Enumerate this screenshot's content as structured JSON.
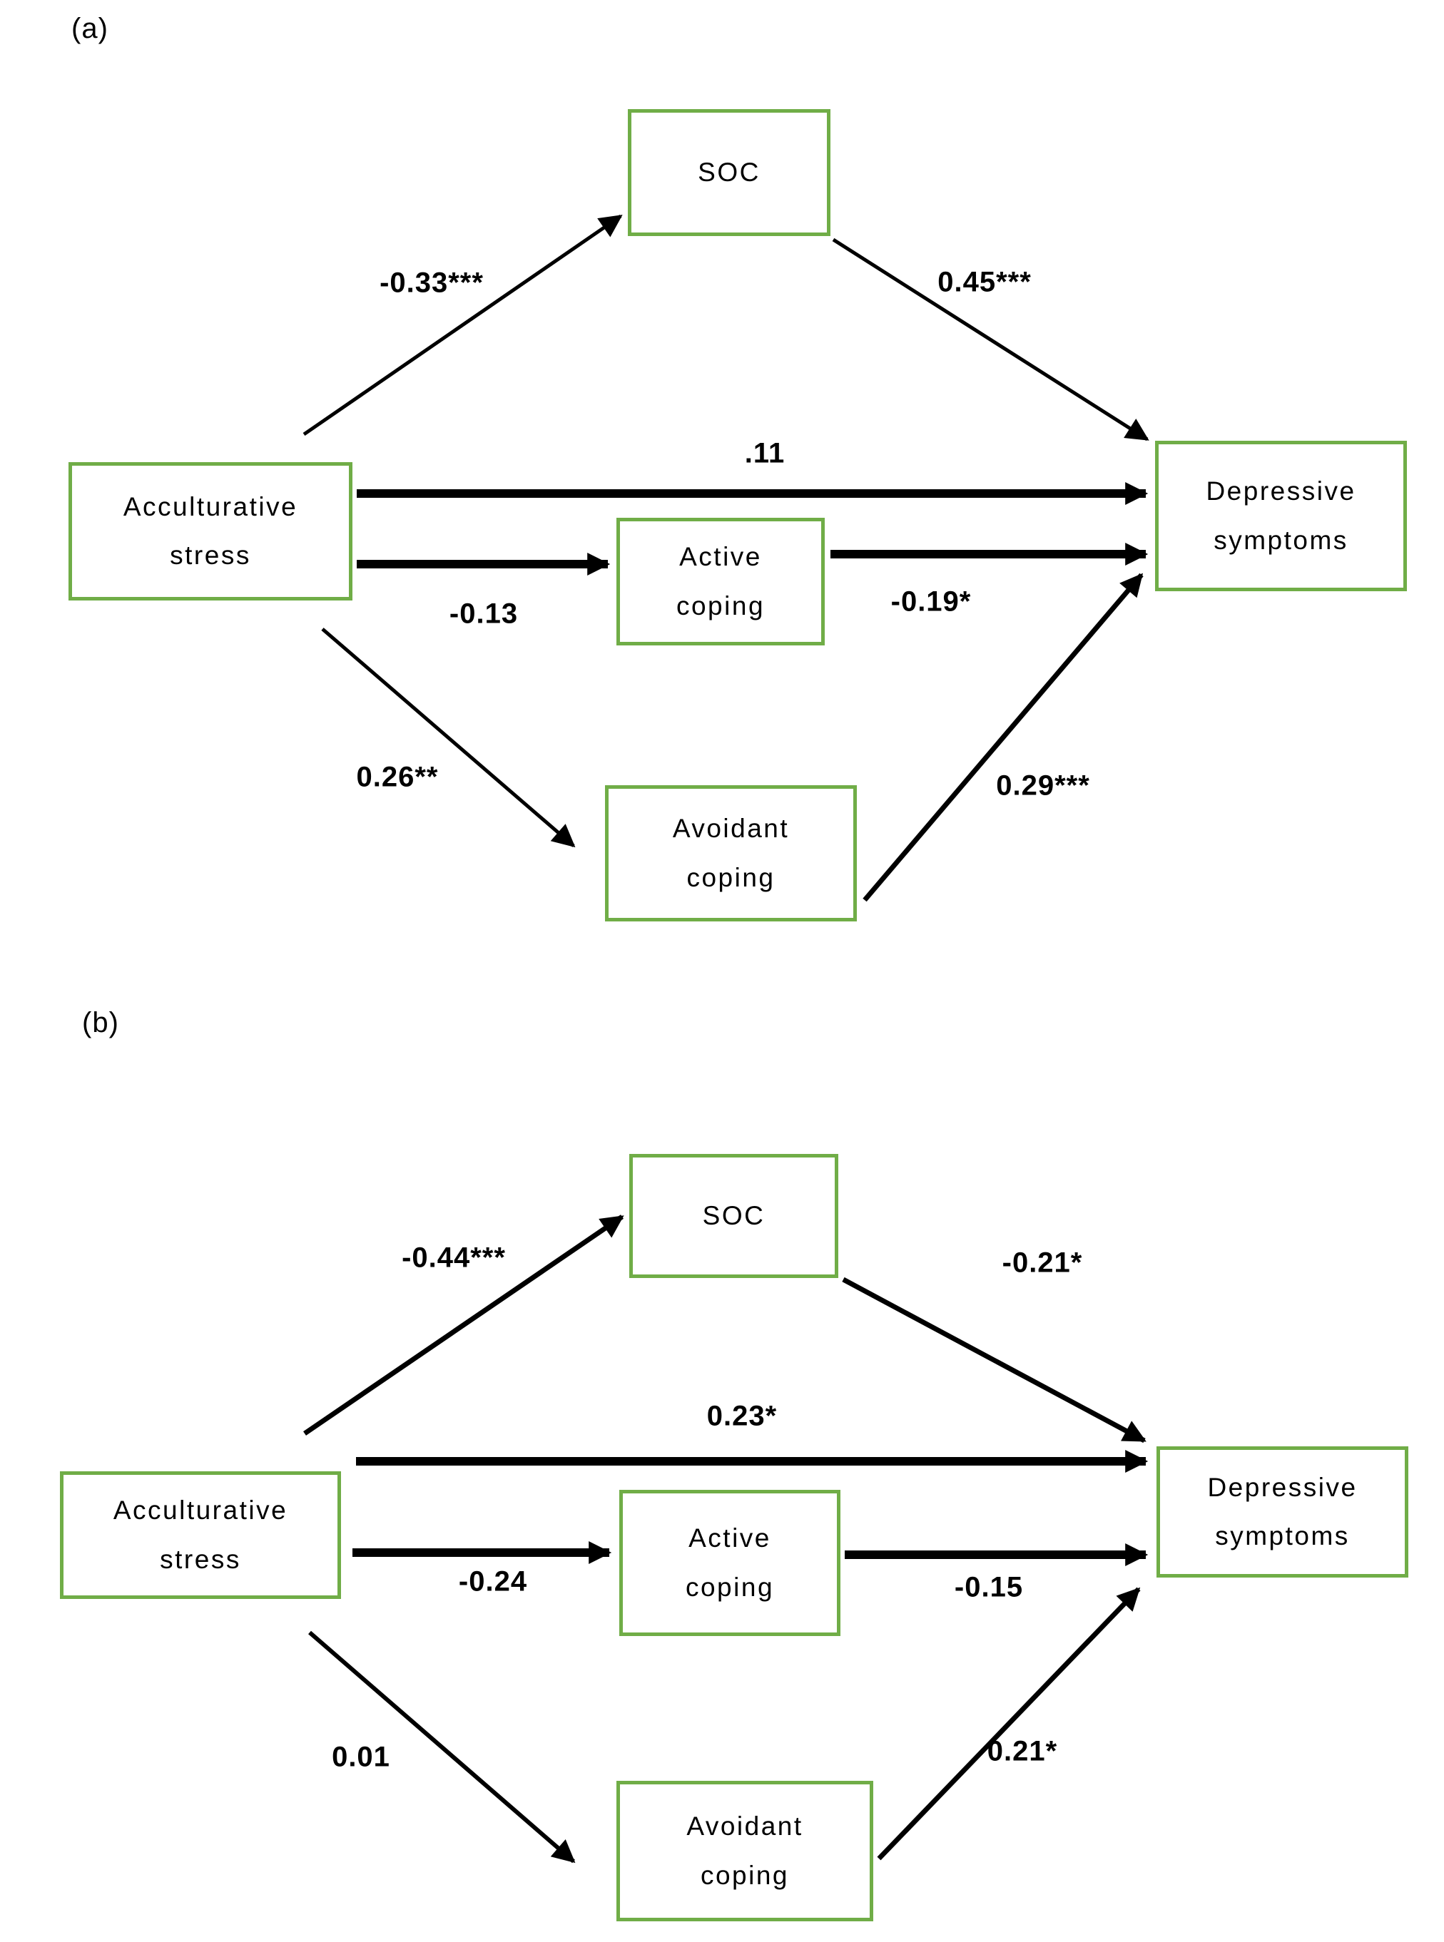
{
  "figure": {
    "type": "path-diagram",
    "description": "Two mediation path models linking acculturative stress to depressive symptoms via SOC, active coping and avoidant coping",
    "colors": {
      "box_border": "#70AD47",
      "arrow": "#000000",
      "text": "#000000"
    }
  },
  "panels": [
    {
      "tag": "(a)",
      "boxes": {
        "soc": {
          "label": "SOC"
        },
        "stress": {
          "label": "Acculturative\nstress"
        },
        "active": {
          "label": "Active\ncoping"
        },
        "avoidant": {
          "label": "Avoidant\ncoping"
        },
        "depressive": {
          "label": "Depressive\nsymptoms"
        }
      },
      "coefficients": {
        "stress_soc": "-0.33***",
        "soc_depressive": "0.45***",
        "direct": ".11",
        "stress_active": "-0.13",
        "active_depressive": "-0.19*",
        "stress_avoidant": "0.26**",
        "avoidant_depressive": "0.29***"
      }
    },
    {
      "tag": "(b)",
      "boxes": {
        "soc": {
          "label": "SOC"
        },
        "stress": {
          "label": "Acculturative\nstress"
        },
        "active": {
          "label": "Active\ncoping"
        },
        "avoidant": {
          "label": "Avoidant\ncoping"
        },
        "depressive": {
          "label": "Depressive\nsymptoms"
        }
      },
      "coefficients": {
        "stress_soc": "-0.44***",
        "soc_depressive": "-0.21*",
        "direct": "0.23*",
        "stress_active": "-0.24",
        "active_depressive": "-0.15",
        "stress_avoidant": "0.01",
        "avoidant_depressive": "0.21*"
      }
    }
  ]
}
